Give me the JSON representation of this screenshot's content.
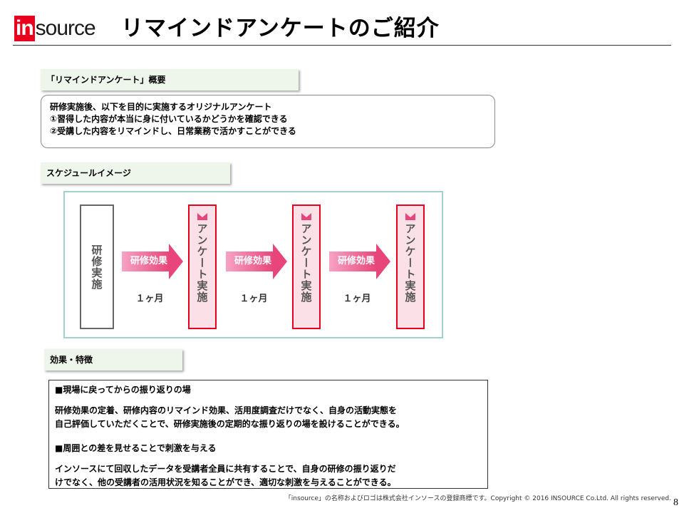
{
  "header": {
    "logo_prefix": "in",
    "logo_rest": "source",
    "title": "リマインドアンケートのご紹介"
  },
  "overview": {
    "label": "「リマインドアンケート」概要",
    "lines": [
      "研修実施後、以下を目的に実施するオリジナルアンケート",
      "①習得した内容が本当に身に付いているかどうかを確認できる",
      "②受講した内容をリマインドし、日常業務で活かすことができる"
    ]
  },
  "schedule": {
    "label": "スケジュールイメージ",
    "start": "研修実施",
    "survey": "アンケート実施",
    "arrow_label": "研修効果",
    "interval": "１ヶ月",
    "survey_count": 3,
    "colors": {
      "accent": "#e8001c",
      "arrow": "#e8467a",
      "frame": "#9ed2cc"
    }
  },
  "effects": {
    "label": "効果・特徴",
    "item1_title": "■現場に戻ってからの振り返りの場",
    "item1_lines": [
      "研修効果の定着、研修内容のリマインド効果、活用度調査だけでなく、自身の活動実態を",
      "自己評価していただくことで、研修実施後の定期的な振り返りの場を設けることができる。"
    ],
    "item2_title": "■周囲との差を見せることで刺激を与える",
    "item2_lines": [
      "インソースにて回収したデータを受講者全員に共有することで、自身の研修の振り返りだ",
      "けでなく、他の受講者の活用状況を知ることができ、適切な刺激を与えることができる。"
    ]
  },
  "footer": {
    "copyright": "「insource」の名称およびロゴは株式会社インソースの登録商標です。Copyright © 2016 INSOURCE Co.Ltd. All rights reserved.",
    "page": "8"
  }
}
